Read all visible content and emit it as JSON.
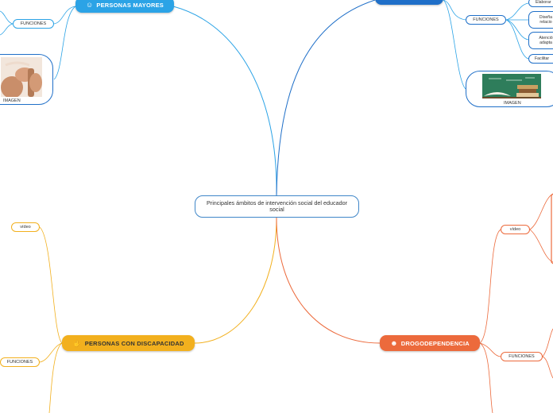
{
  "central": "Principales ámbitos de intervención social del educador social",
  "branches": {
    "mayores": {
      "title": "PERSONAS MAYORES",
      "emoji": "☺",
      "color": "#2ba3e6"
    },
    "top_right": {
      "title": "",
      "color": "#1f6fc8"
    },
    "discapacidad": {
      "title": "PERSONAS CON DISCAPACIDAD",
      "emoji": "✋",
      "color": "#f2b01e"
    },
    "drogo": {
      "title": "DROGODEPENDENCIA",
      "emoji": "☻",
      "color": "#ec6a3c"
    }
  },
  "mayores_funciones": "FUNCIONES",
  "mayores_imagen": "IMAGEN",
  "tr_funciones": "FUNCIONES",
  "tr_items": [
    "Elaborar",
    "Diseña relacio",
    "Atenció adapta",
    "Facilitar"
  ],
  "tr_imagen": "IMAGEN",
  "disc_video": "vídeo",
  "disc_funciones": "FUNCIONES",
  "drogo_video": "vídeo",
  "drogo_funciones": "FUNCIONES",
  "colors": {
    "blue": "#1f6fc8",
    "lightblue": "#2ba3e6",
    "yellow": "#f2b01e",
    "orange": "#ec6a3c"
  }
}
